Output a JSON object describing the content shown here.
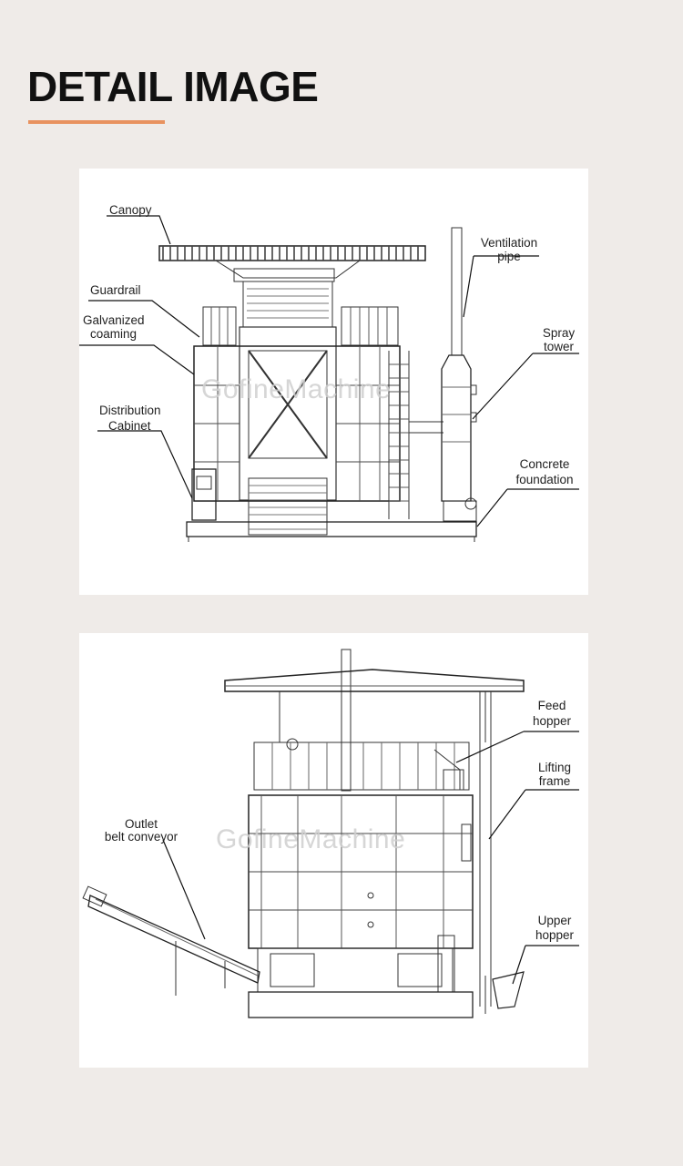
{
  "header": {
    "title": "DETAIL IMAGE",
    "accent_color": "#e8925f"
  },
  "diagram1": {
    "watermark": "GofineMachine",
    "labels": {
      "canopy": "Canopy",
      "ventilation_pipe_1": "Ventilation",
      "ventilation_pipe_2": "pipe",
      "guardrail": "Guardrail",
      "galvanized_coaming_1": "Galvanized",
      "galvanized_coaming_2": "coaming",
      "spray_tower_1": "Spray",
      "spray_tower_2": "tower",
      "distribution_cabinet_1": "Distribution",
      "distribution_cabinet_2": "Cabinet",
      "concrete_foundation_1": "Concrete",
      "concrete_foundation_2": "foundation"
    }
  },
  "diagram2": {
    "watermark": "GofineMachine",
    "labels": {
      "feed_hopper_1": "Feed",
      "feed_hopper_2": "hopper",
      "lifting_frame_1": "Lifting",
      "lifting_frame_2": "frame",
      "outlet_belt_conveyor_1": "Outlet",
      "outlet_belt_conveyor_2": "belt conveyor",
      "upper_hopper_1": "Upper",
      "upper_hopper_2": "hopper"
    }
  }
}
